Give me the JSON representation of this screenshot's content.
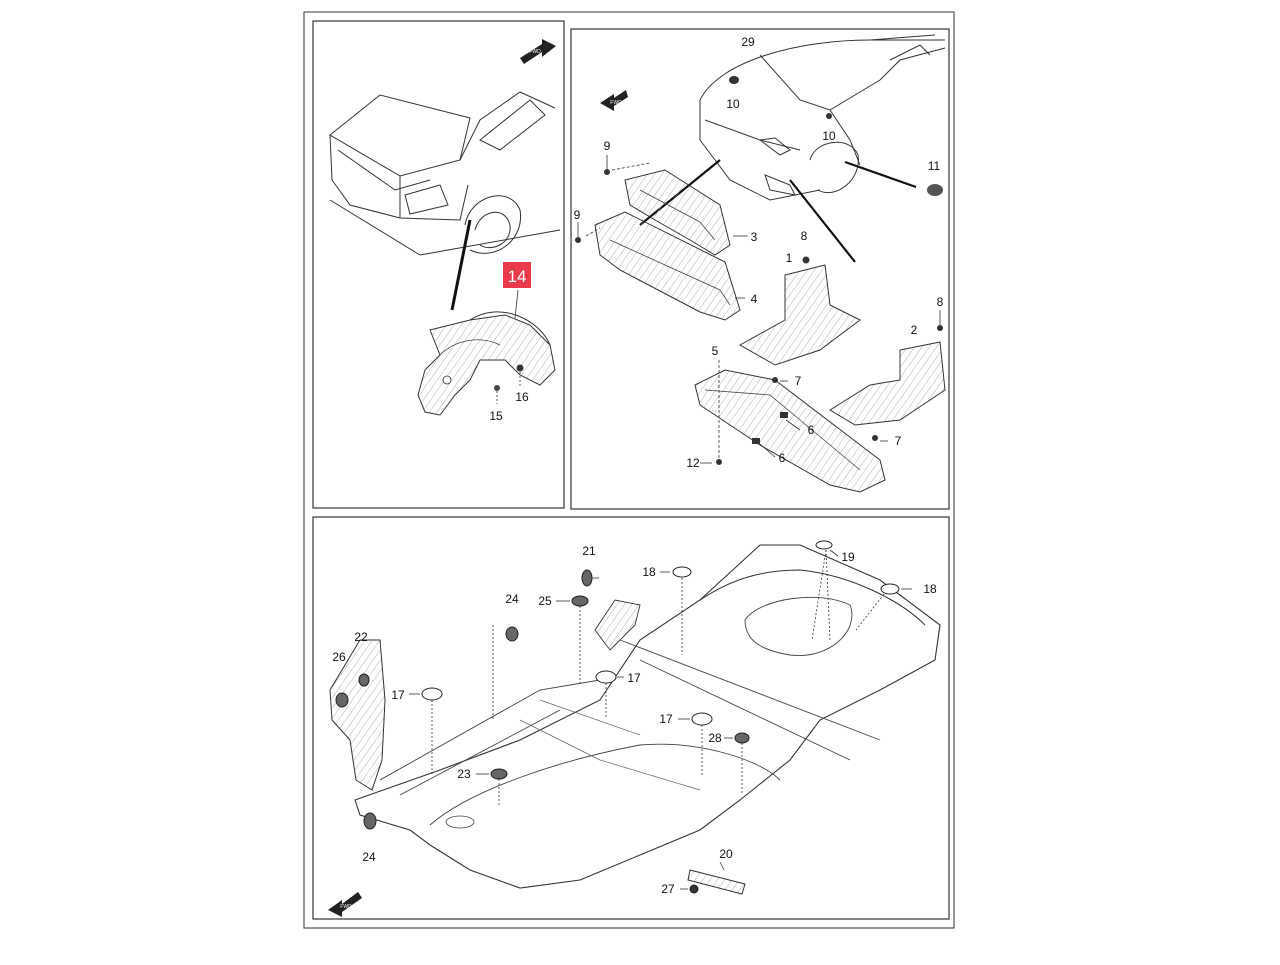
{
  "highlight_color": "#e83a4a",
  "panels": {
    "rear_fender": {
      "callouts": [
        {
          "id": "14",
          "highlighted": true
        },
        {
          "id": "15"
        },
        {
          "id": "16"
        }
      ]
    },
    "front_bumper": {
      "callouts": [
        "29",
        "10",
        "10",
        "11",
        "9",
        "9",
        "3",
        "4",
        "8",
        "8",
        "1",
        "2",
        "5",
        "7",
        "7",
        "6",
        "6",
        "12"
      ]
    },
    "underbody": {
      "callouts": [
        "21",
        "18",
        "19",
        "18",
        "24",
        "25",
        "22",
        "26",
        "17",
        "17",
        "17",
        "28",
        "23",
        "24",
        "20",
        "27"
      ]
    }
  },
  "direction_marks": [
    {
      "icon": "forward-arrow-icon",
      "label": "FWD"
    },
    {
      "icon": "forward-arrow-icon",
      "label": "FWD"
    },
    {
      "icon": "forward-arrow-icon",
      "label": "FWD"
    }
  ]
}
